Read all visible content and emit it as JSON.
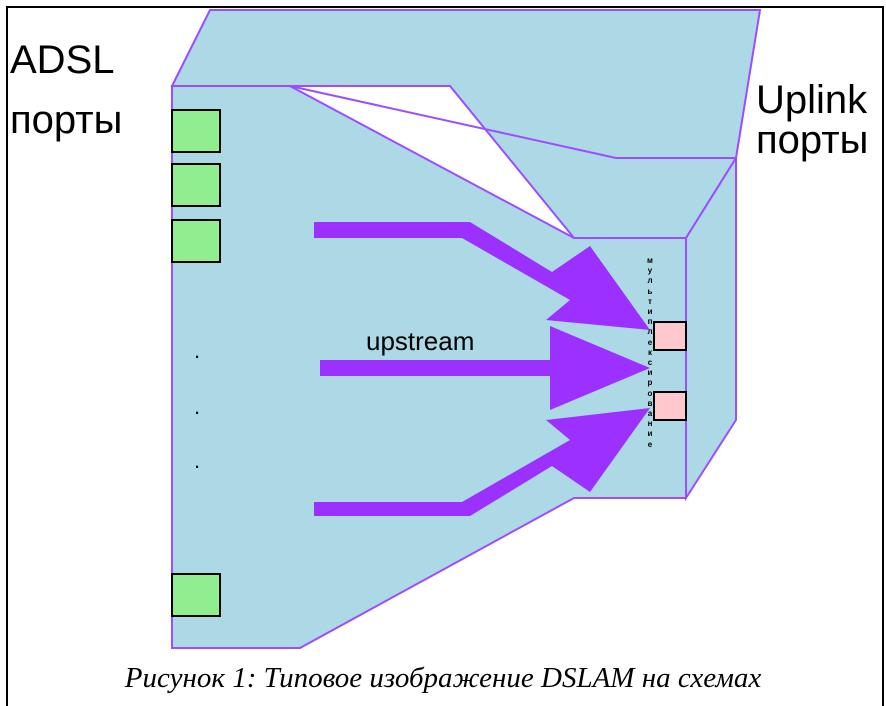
{
  "labels": {
    "adsl": "ADSL",
    "adsl_ports": "порты",
    "uplink": "Uplink",
    "uplink_ports": "порты",
    "upstream": "upstream",
    "multiplexing": "мультиплексирование"
  },
  "ellipsis_dots": [
    ".",
    ".",
    "."
  ],
  "caption": "Рисунок 1: Типовое изображение DSLAM на схемах",
  "colors": {
    "body_fill": "#add8e6",
    "outline": "#9b4dff",
    "adsl_port": "#90ee90",
    "uplink_port": "#ffc8cc",
    "arrow": "#9b30ff"
  }
}
